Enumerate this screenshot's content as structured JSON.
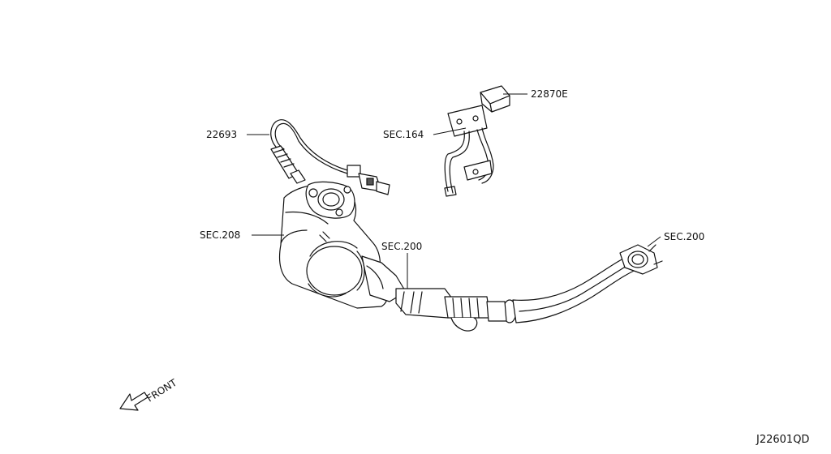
{
  "callouts": {
    "o2_sensor": "22693",
    "sensor_bracket": "22870E",
    "sec_164": "SEC.164",
    "sec_208": "SEC.208",
    "sec_200_center": "SEC.200",
    "sec_200_right": "SEC.200"
  },
  "orientation": {
    "front_label": "FRONT"
  },
  "diagram_code": "J22601QD",
  "icons": {
    "front_arrow": "arrow-down-left-icon"
  }
}
